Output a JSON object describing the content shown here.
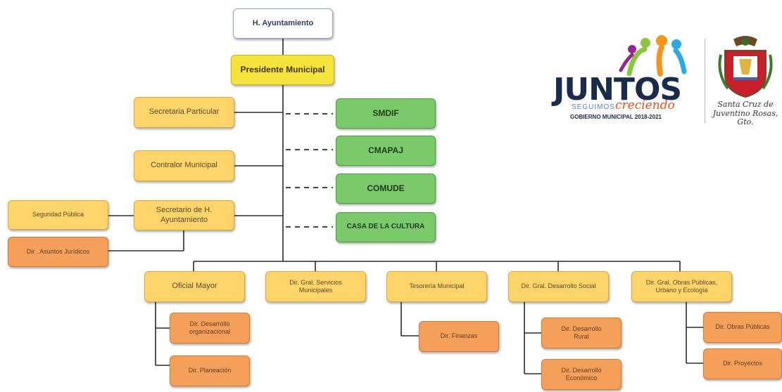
{
  "boxes": {
    "ayuntamiento": "H. Ayuntamiento",
    "presidente": "Presidente Municipal",
    "secretaria_particular": "Secretaria Particular",
    "contralor": "Contralor Municipal",
    "secretario": "Secretario de H. Ayuntamiento",
    "seguridad": "Seguridad Pública",
    "asuntos_juridicos": "Dir . Asuntos Jurídicos",
    "smdif": "SMDIF",
    "cmapaj": "CMAPAJ",
    "comude": "COMUDE",
    "casa_cultura": "CASA DE LA CULTURA",
    "oficial_mayor": "Oficial Mayor",
    "servicios_municipales": "Dir. Gral. Servicios Municipales",
    "tesoreria": "Tesorería Municipal",
    "desarrollo_social": "Dir. Gral. Desarrollo Social",
    "obras_publicas_gral": "Dir. Gral. Obras Públicas, Urbano y Ecología",
    "desarrollo_organizacional": "Dir. Desarrollo organizacional",
    "planeacion": "Dir. Planeación",
    "finanzas": "Dir. Finanzas",
    "desarrollo_rural": "Dir. Desarrollo Rural",
    "desarrollo_economico": "Dir. Desarrollo Económico",
    "obras_publicas": "Dir. Obras Públicas",
    "proyectos": "Dir. Proyectos"
  },
  "logo": {
    "juntos": "JUNTOS",
    "seguimos": "SEGUIMOS",
    "creciendo": "creciendo",
    "gobierno": "GOBIERNO MUNICIPAL 2018-2021",
    "place": "Santa Cruz de Juventino Rosas, Gto."
  },
  "colors": {
    "yellow": "#f5e33b",
    "light_yellow": "#ffd46a",
    "orange": "#f5a05a",
    "green": "#7ac96a",
    "line": "#2b2b2b"
  }
}
